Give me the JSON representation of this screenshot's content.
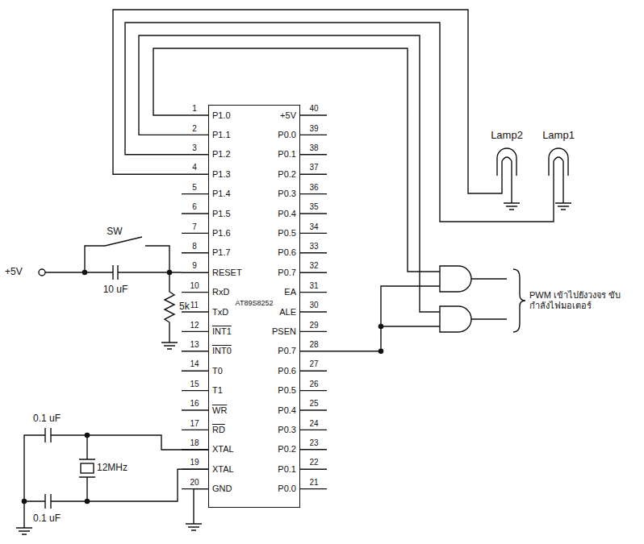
{
  "diagram": {
    "nodes": [
      {
        "text": [
          "AT89S8252"
        ]
      }
    ],
    "labels": [
      "1",
      "P1.0",
      "2",
      "P1.1",
      "3",
      "P1.2",
      "4",
      "P1.3",
      "5",
      "P1.4",
      "6",
      "P1.5",
      "7",
      "P1.6",
      "8",
      "P1.7",
      "9",
      "RESET",
      "10",
      "RxD",
      "11",
      "TxD",
      "12",
      "INT1",
      "13",
      "INT0",
      "14",
      "T0",
      "15",
      "T1",
      "16",
      "WR",
      "17",
      "RD",
      "18",
      "XTAL",
      "19",
      "XTAL",
      "20",
      "GND",
      "40",
      "+5V",
      "39",
      "P0.0",
      "38",
      "P0.1",
      "37",
      "P0.2",
      "36",
      "P0.3",
      "35",
      "P0.4",
      "34",
      "P0.5",
      "33",
      "P0.6",
      "32",
      "P0.7",
      "31",
      "EA",
      "30",
      "ALE",
      "29",
      "PSEN",
      "28",
      "P0.7",
      "27",
      "P0.6",
      "26",
      "P0.5",
      "25",
      "P0.4",
      "24",
      "P0.3",
      "23",
      "P0.2",
      "22",
      "P0.1",
      "21",
      "P0.0",
      "Lamp2",
      "Lamp1",
      "SW",
      "+5V",
      "10 uF",
      "5k",
      "0.1 uF",
      "12MHz",
      "0.1 uF",
      "PWM เข้าไปยังวงจร ขับกำลังไฟมอเตอร์"
    ]
  }
}
